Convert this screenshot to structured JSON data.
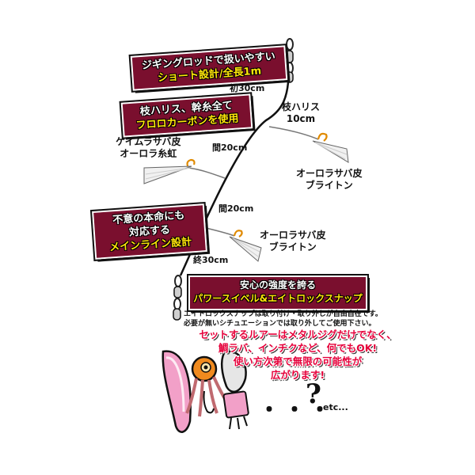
{
  "panels": {
    "p1": {
      "line1": "ジギングロッドで扱いやすい",
      "line2": "ショート設計/全長1m"
    },
    "p2": {
      "line1": "枝ハリス、幹糸全て",
      "line2": "フロロカーボンを使用"
    },
    "p3": {
      "line1": "不意の本命にも",
      "line2": "対応する",
      "line3": "メインライン設計"
    },
    "p4": {
      "line1": "安心の強度を誇る",
      "line2": "パワースイベル&エイトロックスナップ"
    }
  },
  "labels": {
    "hatsu": "初30cm",
    "edahari_title": "枝ハリス",
    "edahari_len": "10cm",
    "ma1": "間20cm",
    "ma2": "間20cm",
    "owari": "終30cm",
    "lure1_a": "ケイムラサバ皮",
    "lure1_b": "オーロラ糸虹",
    "lure2_a": "オーロラサバ皮",
    "lure2_b": "ブライトン",
    "lure3_a": "オーロラサバ皮",
    "lure3_b": "ブライトン"
  },
  "notes": {
    "line1": "エイトロックスナップは取り付け・取り外しが自由自在です。",
    "line2": "必要が無いシチュエーションでは取り外してご使用下さい。"
  },
  "lure_text": {
    "line1": "セットするルアーはメタルジグだけでなく、",
    "line2": "鯛ラバ、インチクなど、何でもOK!",
    "line3": "使い方次第で無限の可能性が",
    "line4": "広がります!"
  },
  "extras": {
    "dots": "・・・",
    "question": "?",
    "etc": "etc..."
  },
  "colors": {
    "panel": "#7a0f2e",
    "yellow": "#ffe60a",
    "red_text": "#e5003a",
    "pink": "#f2a0c8",
    "orange": "#f08a1e"
  }
}
